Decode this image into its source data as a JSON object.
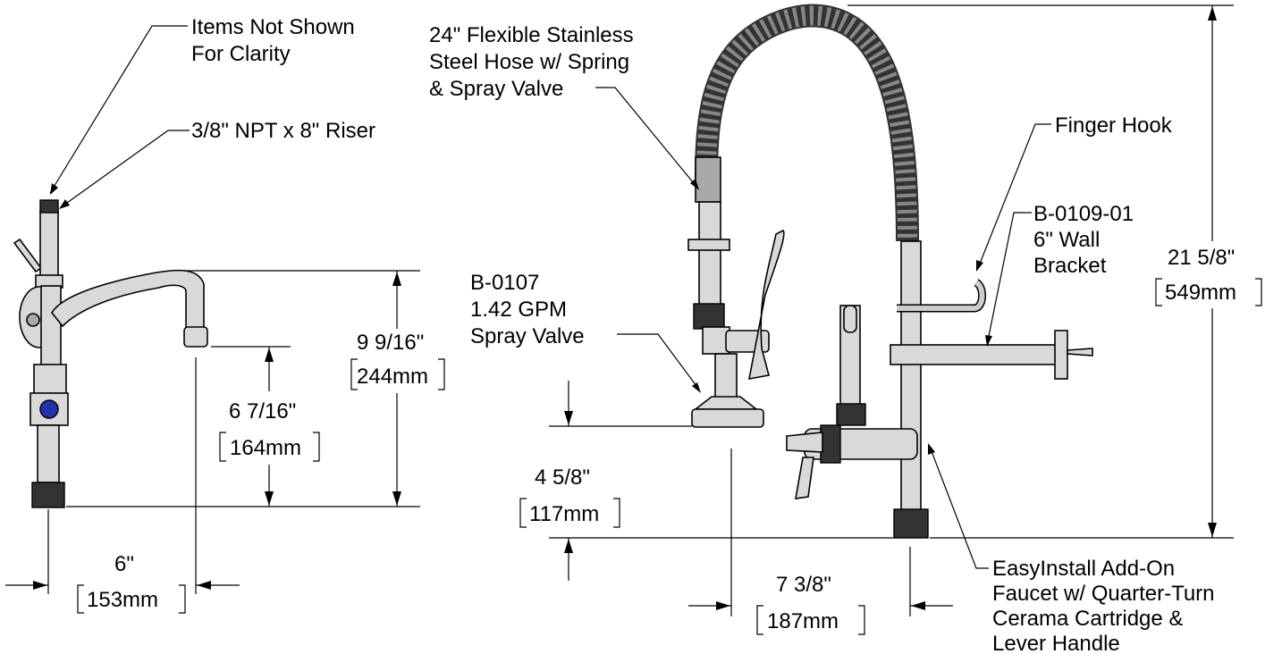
{
  "labels": {
    "items_not_shown": [
      "Items Not Shown",
      "For Clarity"
    ],
    "riser": "3/8\" NPT x 8\" Riser",
    "hose": [
      "24\" Flexible Stainless",
      "Steel Hose w/ Spring",
      "& Spray Valve"
    ],
    "finger_hook": "Finger Hook",
    "wall_bracket": [
      "B-0109-01",
      "6\" Wall",
      "Bracket"
    ],
    "spray_valve": [
      "B-0107",
      "1.42 GPM",
      "Spray Valve"
    ],
    "add_on_faucet": [
      "EasyInstall Add-On",
      "Faucet w/ Quarter-Turn",
      "Cerama Cartridge &",
      "Lever Handle"
    ]
  },
  "dimensions": {
    "overall_height": {
      "in": "21 5/8\"",
      "mm": "549mm"
    },
    "spout_height": {
      "in": "9 9/16\"",
      "mm": "244mm"
    },
    "spout_clearance": {
      "in": "6 7/16\"",
      "mm": "164mm"
    },
    "spout_reach": {
      "in": "6\"",
      "mm": "153mm"
    },
    "spray_height": {
      "in": "4 5/8\"",
      "mm": "117mm"
    },
    "spray_reach": {
      "in": "7 3/8\"",
      "mm": "187mm"
    }
  }
}
